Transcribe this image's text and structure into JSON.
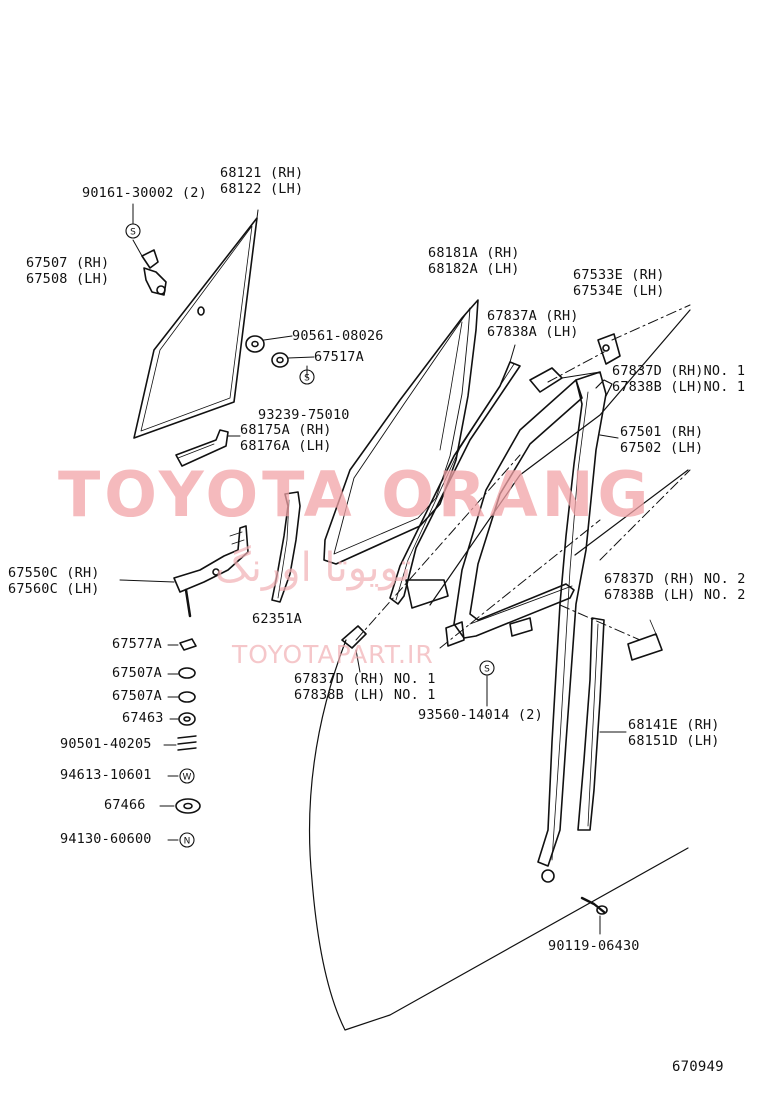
{
  "watermark": {
    "brand": "TOYOTA ORANG",
    "brand_fa": "تویوتا اورنگ",
    "url": "TOYOTAPART.IR"
  },
  "labels": {
    "p68121": "68121 (RH)",
    "p68122": "68122 (LH)",
    "p90161": "90161-30002 (2)",
    "p67507rh": "67507 (RH)",
    "p67508lh": "67508 (LH)",
    "p90561": "90561-08026",
    "p67517a": "67517A",
    "p93239": "93239-75010",
    "p68181a": "68181A (RH)",
    "p68182a": "68182A (LH)",
    "p67837a": "67837A (RH)",
    "p67838a": "67838A (LH)",
    "p67533e": "67533E (RH)",
    "p67534e": "67534E (LH)",
    "p67837d_top": "67837D (RH)NO. 1",
    "p67838b_top": "67838B (LH)NO. 1",
    "p68175a": "68175A (RH)",
    "p68176a": "68176A (LH)",
    "p67501": "67501 (RH)",
    "p67502": "67502 (LH)",
    "p67550c": "67550C (RH)",
    "p67560c": "67560C (LH)",
    "p62351a": "62351A",
    "p67837d_no2": "67837D (RH) NO. 2",
    "p67838b_no2": "67838B (LH) NO. 2",
    "p67577a": "67577A",
    "p67507a_1": "67507A",
    "p67507a_2": "67507A",
    "p67463": "67463",
    "p90501": "90501-40205",
    "p94613": "94613-10601",
    "p67466": "67466",
    "p94130": "94130-60600",
    "p67837d_bot": "67837D (RH) NO. 1",
    "p67838b_bot": "67838B (LH) NO. 1",
    "p93560": "93560-14014 (2)",
    "p68141e": "68141E (RH)",
    "p68151d": "68151D (LH)",
    "p90119": "90119-06430",
    "diagram_no": "670949"
  },
  "symbols": {
    "s": "S",
    "w": "W",
    "n": "N"
  }
}
